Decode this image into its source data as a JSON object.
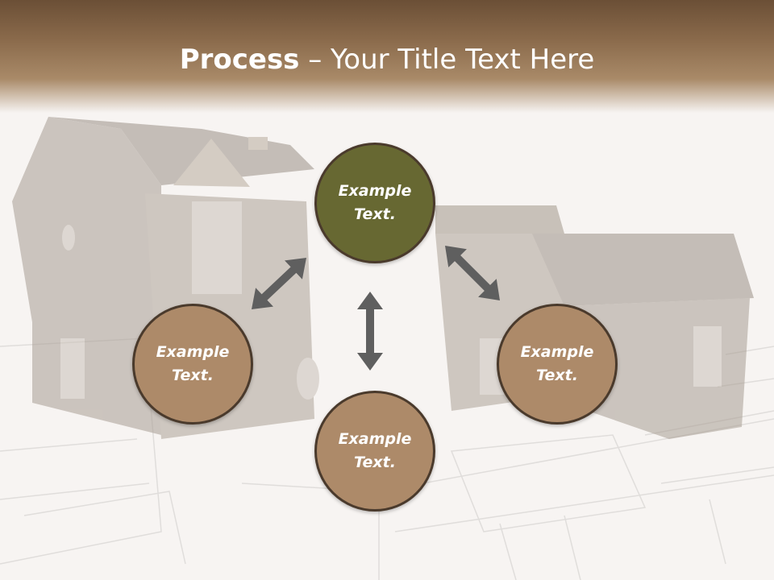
{
  "title": {
    "bold": "Process",
    "rest": " – Your Title Text Here"
  },
  "colors": {
    "header": "#7a5c40",
    "node_top": "#676832",
    "node_other": "#ad8a69",
    "node_border": "#4a3a2c",
    "arrow": "#5f5f5f"
  },
  "nodes": [
    {
      "id": "top",
      "line1": "Example",
      "line2": "Text."
    },
    {
      "id": "left",
      "line1": "Example",
      "line2": "Text."
    },
    {
      "id": "right",
      "line1": "Example",
      "line2": "Text."
    },
    {
      "id": "bottom",
      "line1": "Example",
      "line2": "Text."
    }
  ],
  "arrows": [
    {
      "from": "top",
      "to": "left",
      "style": "double-headed"
    },
    {
      "from": "top",
      "to": "right",
      "style": "double-headed"
    },
    {
      "from": "top",
      "to": "bottom",
      "style": "double-headed"
    }
  ]
}
